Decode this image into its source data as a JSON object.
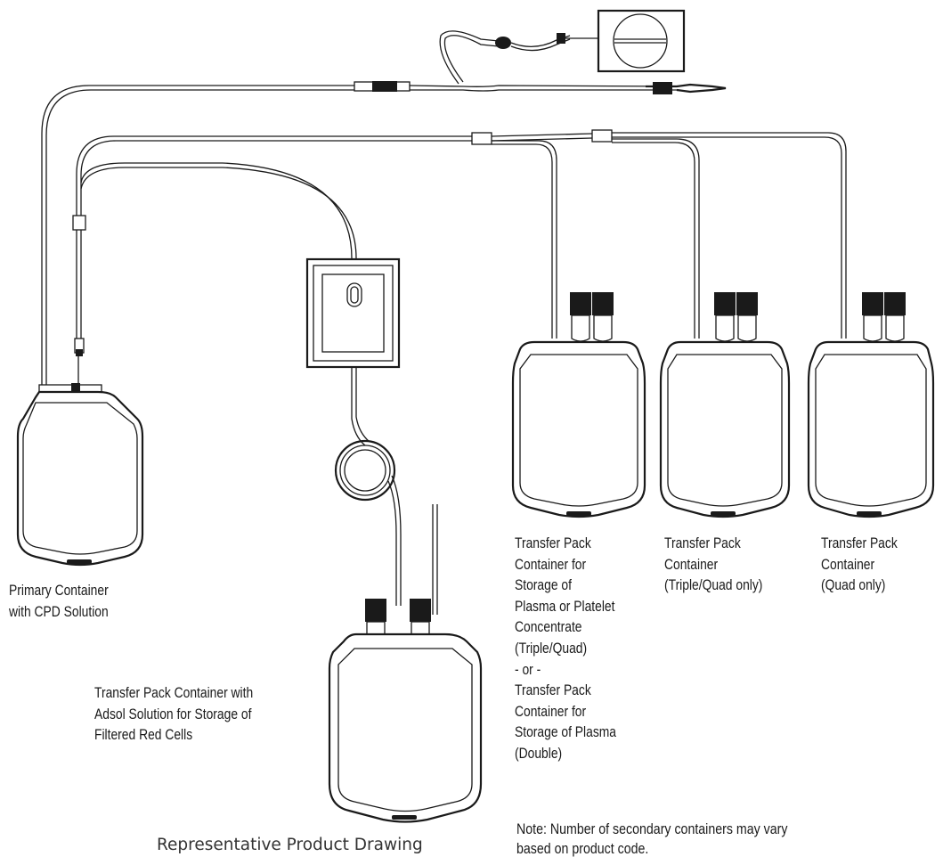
{
  "labels": {
    "primary": [
      "Primary Container",
      "with CPD Solution"
    ],
    "transfer_plasma": [
      "Transfer Pack",
      "Container for",
      "Storage of",
      "Plasma or Platelet",
      "Concentrate",
      "(Triple/Quad)",
      "- or -",
      "Transfer Pack",
      "Container for",
      "Storage of Plasma",
      "(Double)"
    ],
    "transfer_triple_quad": [
      "Transfer Pack",
      "Container",
      "(Triple/Quad only)"
    ],
    "transfer_quad": [
      "Transfer Pack",
      "Container",
      "(Quad only)"
    ],
    "adsol": [
      "Transfer Pack Container with",
      "Adsol Solution for Storage of",
      "Filtered Red Cells"
    ]
  },
  "caption": "Representative Product Drawing",
  "note": [
    "Note:  Number of secondary containers may vary",
    "based on product code."
  ],
  "colors": {
    "line": "#1a1a1a",
    "background": "#ffffff"
  }
}
